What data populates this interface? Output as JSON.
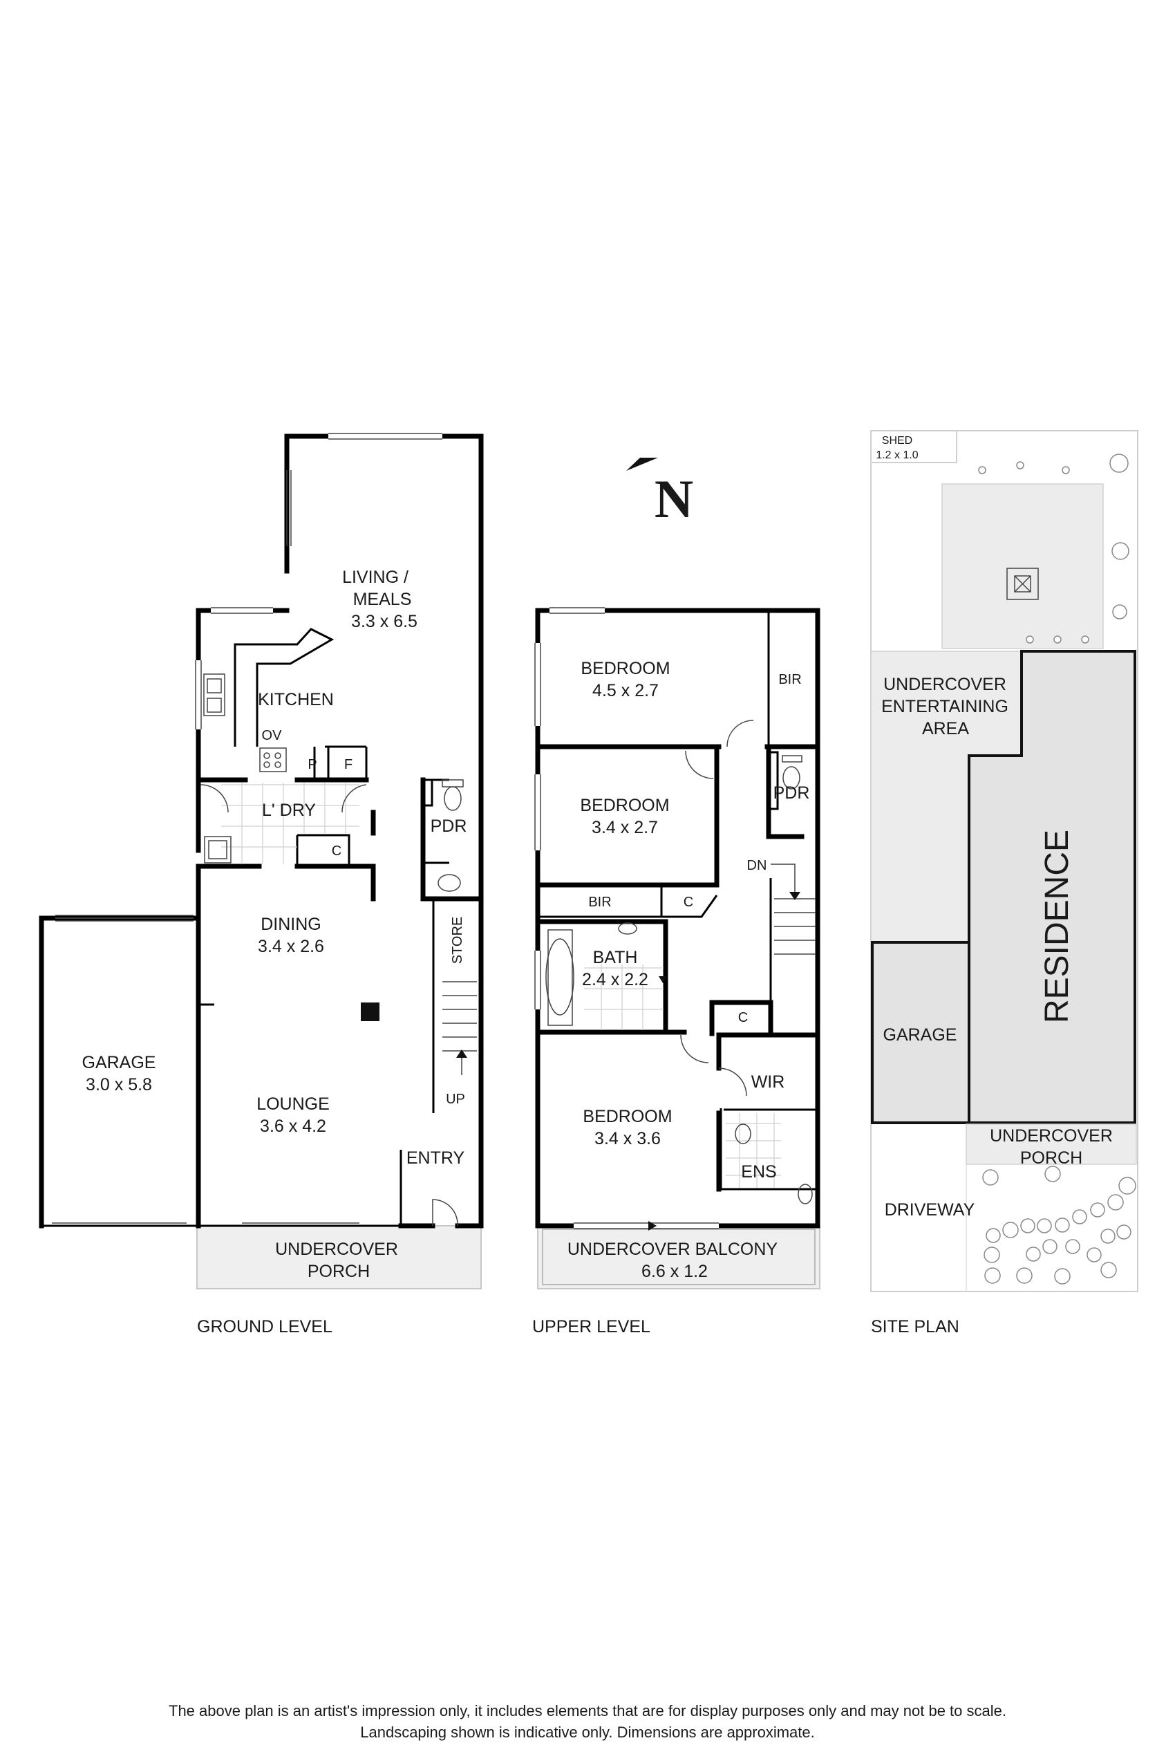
{
  "compass": {
    "letter": "N",
    "icon": "north-arrow-icon"
  },
  "ground_level": {
    "caption": "GROUND LEVEL",
    "living": {
      "name_line1": "LIVING /",
      "name_line2": "MEALS",
      "size": "3.3 x 6.5"
    },
    "kitchen": {
      "name": "KITCHEN",
      "oven": "OV",
      "pantry": "P",
      "fridge": "F"
    },
    "laundry": {
      "name": "L' DRY",
      "cupboard": "C"
    },
    "powder": {
      "name": "PDR"
    },
    "store": {
      "name": "STORE"
    },
    "dining": {
      "name": "DINING",
      "size": "3.4 x 2.6"
    },
    "lounge": {
      "name": "LOUNGE",
      "size": "3.6 x 4.2"
    },
    "garage": {
      "name": "GARAGE",
      "size": "3.0 x 5.8"
    },
    "entry": {
      "name": "ENTRY"
    },
    "stairs": {
      "direction": "UP"
    },
    "porch": {
      "line1": "UNDERCOVER",
      "line2": "PORCH"
    }
  },
  "upper_level": {
    "caption": "UPPER LEVEL",
    "bedroom1": {
      "name": "BEDROOM",
      "size": "4.5 x 2.7",
      "robe": "BIR"
    },
    "bedroom2": {
      "name": "BEDROOM",
      "size": "3.4 x 2.7",
      "robe": "BIR",
      "cupboard": "C"
    },
    "powder": {
      "name": "PDR"
    },
    "stairs": {
      "direction": "DN"
    },
    "bath": {
      "name": "BATH",
      "size": "2.4 x 2.2"
    },
    "linen": {
      "name": "C"
    },
    "bedroom3": {
      "name": "BEDROOM",
      "size": "3.4 x 3.6"
    },
    "wir": {
      "name": "WIR"
    },
    "ensuite": {
      "name": "ENS"
    },
    "balcony": {
      "name": "UNDERCOVER BALCONY",
      "size": "6.6 x 1.2"
    }
  },
  "site_plan": {
    "caption": "SITE PLAN",
    "shed": {
      "name": "SHED",
      "size": "1.2 x 1.0"
    },
    "entertaining": {
      "line1": "UNDERCOVER",
      "line2": "ENTERTAINING",
      "line3": "AREA"
    },
    "residence": {
      "name": "RESIDENCE"
    },
    "garage": {
      "name": "GARAGE"
    },
    "porch": {
      "line1": "UNDERCOVER",
      "line2": "PORCH"
    },
    "driveway": {
      "name": "DRIVEWAY"
    }
  },
  "disclaimer": {
    "line1": "The above plan is an artist's impression only, it includes elements that are for display purposes only and may not be to scale.",
    "line2": "Landscaping shown is indicative only. Dimensions are approximate."
  }
}
